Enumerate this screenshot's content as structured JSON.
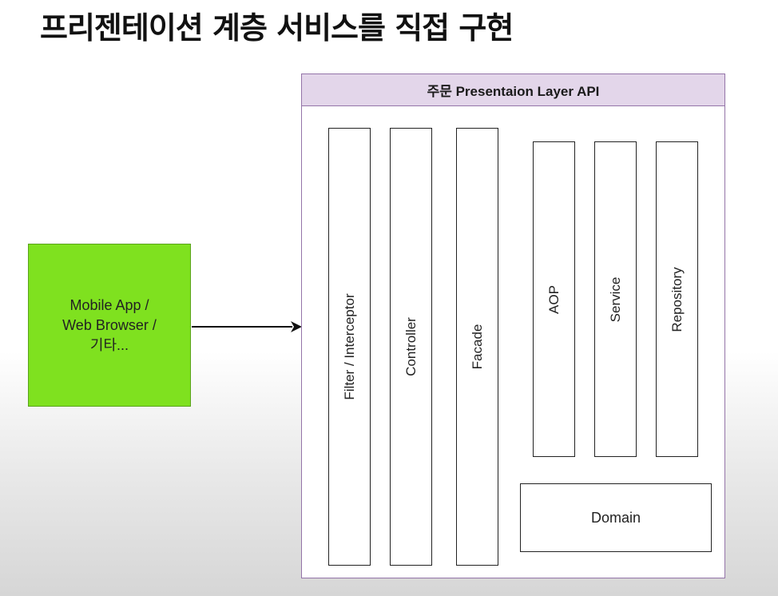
{
  "title": "프리젠테이션 계층 서비스를 직접 구현",
  "client": {
    "lines": [
      "Mobile App /",
      "Web Browser /",
      "기타..."
    ]
  },
  "api": {
    "header": "주문 Presentaion Layer API",
    "layers": {
      "filter": "Filter / Interceptor",
      "controller": "Controller",
      "facade": "Facade",
      "aop": "AOP",
      "service": "Service",
      "repository": "Repository",
      "domain": "Domain"
    }
  },
  "colors": {
    "client_fill": "#7fe11f",
    "container_border": "#9474a8",
    "header_fill": "#e3d6ea"
  }
}
